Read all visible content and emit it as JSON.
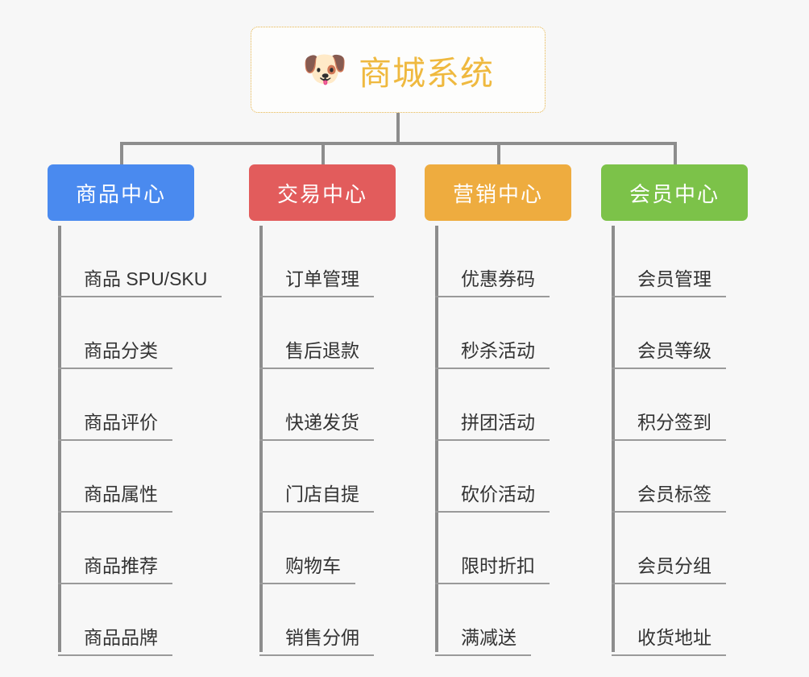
{
  "background_color": "#f7f7f7",
  "root": {
    "icon": "dog-face-emoji",
    "emoji": "🐶",
    "title": "商城系统",
    "title_color": "#efb93f",
    "border_color": "#e6b54b"
  },
  "connector_color": "#8d8d8d",
  "categories": [
    {
      "label": "商品中心",
      "color": "#4a8aef",
      "items": [
        "商品 SPU/SKU",
        "商品分类",
        "商品评价",
        "商品属性",
        "商品推荐",
        "商品品牌"
      ]
    },
    {
      "label": "交易中心",
      "color": "#e25c5c",
      "items": [
        "订单管理",
        "售后退款",
        "快递发货",
        "门店自提",
        "购物车",
        "销售分佣"
      ]
    },
    {
      "label": "营销中心",
      "color": "#eeac3f",
      "items": [
        "优惠券码",
        "秒杀活动",
        "拼团活动",
        "砍价活动",
        "限时折扣",
        "满减送"
      ]
    },
    {
      "label": "会员中心",
      "color": "#7cc249",
      "items": [
        "会员管理",
        "会员等级",
        "积分签到",
        "会员标签",
        "会员分组",
        "收货地址"
      ]
    }
  ]
}
